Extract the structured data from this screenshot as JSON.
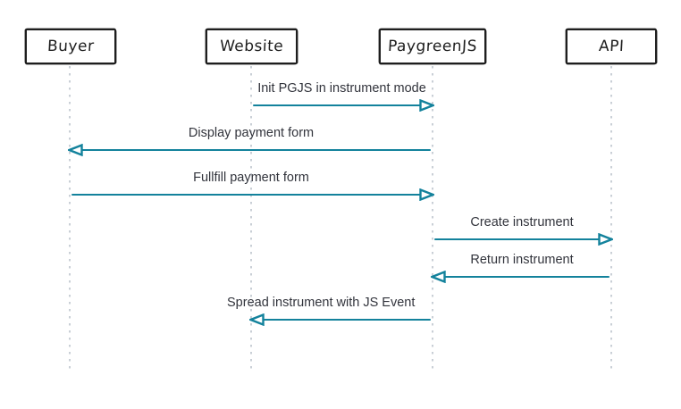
{
  "diagram": {
    "type": "sequence-diagram",
    "actors": [
      {
        "name": "Buyer"
      },
      {
        "name": "Website"
      },
      {
        "name": "PaygreenJS"
      },
      {
        "name": "API"
      }
    ],
    "messages": [
      {
        "label": "Init PGJS in instrument mode",
        "from": "Website",
        "to": "PaygreenJS",
        "direction": "right"
      },
      {
        "label": "Display payment form",
        "from": "PaygreenJS",
        "to": "Buyer",
        "direction": "left"
      },
      {
        "label": "Fullfill payment form",
        "from": "Buyer",
        "to": "PaygreenJS",
        "direction": "right"
      },
      {
        "label": "Create instrument",
        "from": "PaygreenJS",
        "to": "API",
        "direction": "right"
      },
      {
        "label": "Return instrument",
        "from": "API",
        "to": "PaygreenJS",
        "direction": "left"
      },
      {
        "label": "Spread instrument with JS Event",
        "from": "PaygreenJS",
        "to": "Website",
        "direction": "left"
      }
    ],
    "colors": {
      "arrow": "#13829c",
      "lifeline": "#c9cfd6",
      "box_border": "#1e1e1e",
      "text": "#32343c",
      "background": "#ffffff"
    }
  }
}
